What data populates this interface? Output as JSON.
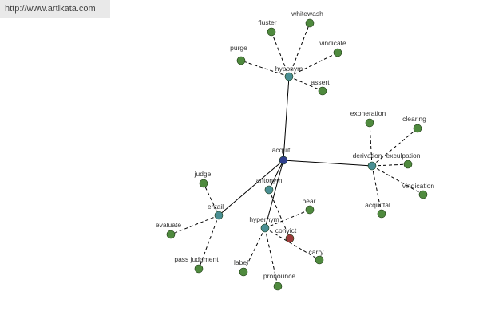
{
  "watermark": {
    "url": "http://www.artikata.com"
  },
  "colors": {
    "root": "#2f3f8f",
    "relation": "#4a8f94",
    "leaf": "#4f8a3e",
    "highlight": "#9c3a3a",
    "line": "#000000"
  },
  "graph": {
    "root": "acquit",
    "relations": [
      {
        "label": "hyponym",
        "leaves": [
          "fluster",
          "whitewash",
          "purge",
          "vindicate",
          "assert"
        ]
      },
      {
        "label": "derivation",
        "leaves": [
          "exoneration",
          "clearing",
          "exculpation",
          "vindication",
          "acquittal"
        ]
      },
      {
        "label": "antonym",
        "leaves": [
          "convict"
        ]
      },
      {
        "label": "entail",
        "leaves": [
          "judge",
          "evaluate",
          "pass judgment"
        ]
      },
      {
        "label": "hypernym",
        "leaves": [
          "bear",
          "carry",
          "label",
          "pronounce"
        ]
      }
    ]
  }
}
